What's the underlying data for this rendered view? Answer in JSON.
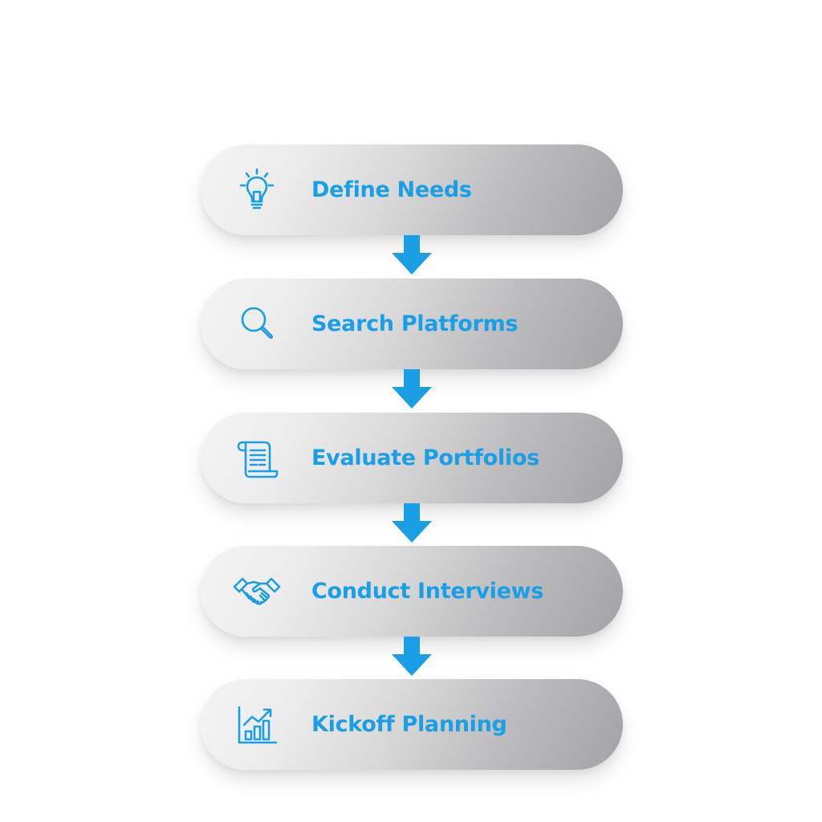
{
  "flow": {
    "accent_color": "#1a9ee6",
    "steps": [
      {
        "label": "Define Needs",
        "icon": "lightbulb-icon"
      },
      {
        "label": "Search Platforms",
        "icon": "magnifier-icon"
      },
      {
        "label": "Evaluate Portfolios",
        "icon": "scroll-document-icon"
      },
      {
        "label": "Conduct Interviews",
        "icon": "handshake-icon"
      },
      {
        "label": "Kickoff Planning",
        "icon": "growth-chart-icon"
      }
    ],
    "connectors": [
      {
        "icon": "arrow-down-icon"
      },
      {
        "icon": "arrow-down-icon"
      },
      {
        "icon": "arrow-down-icon"
      },
      {
        "icon": "arrow-down-icon"
      }
    ]
  }
}
